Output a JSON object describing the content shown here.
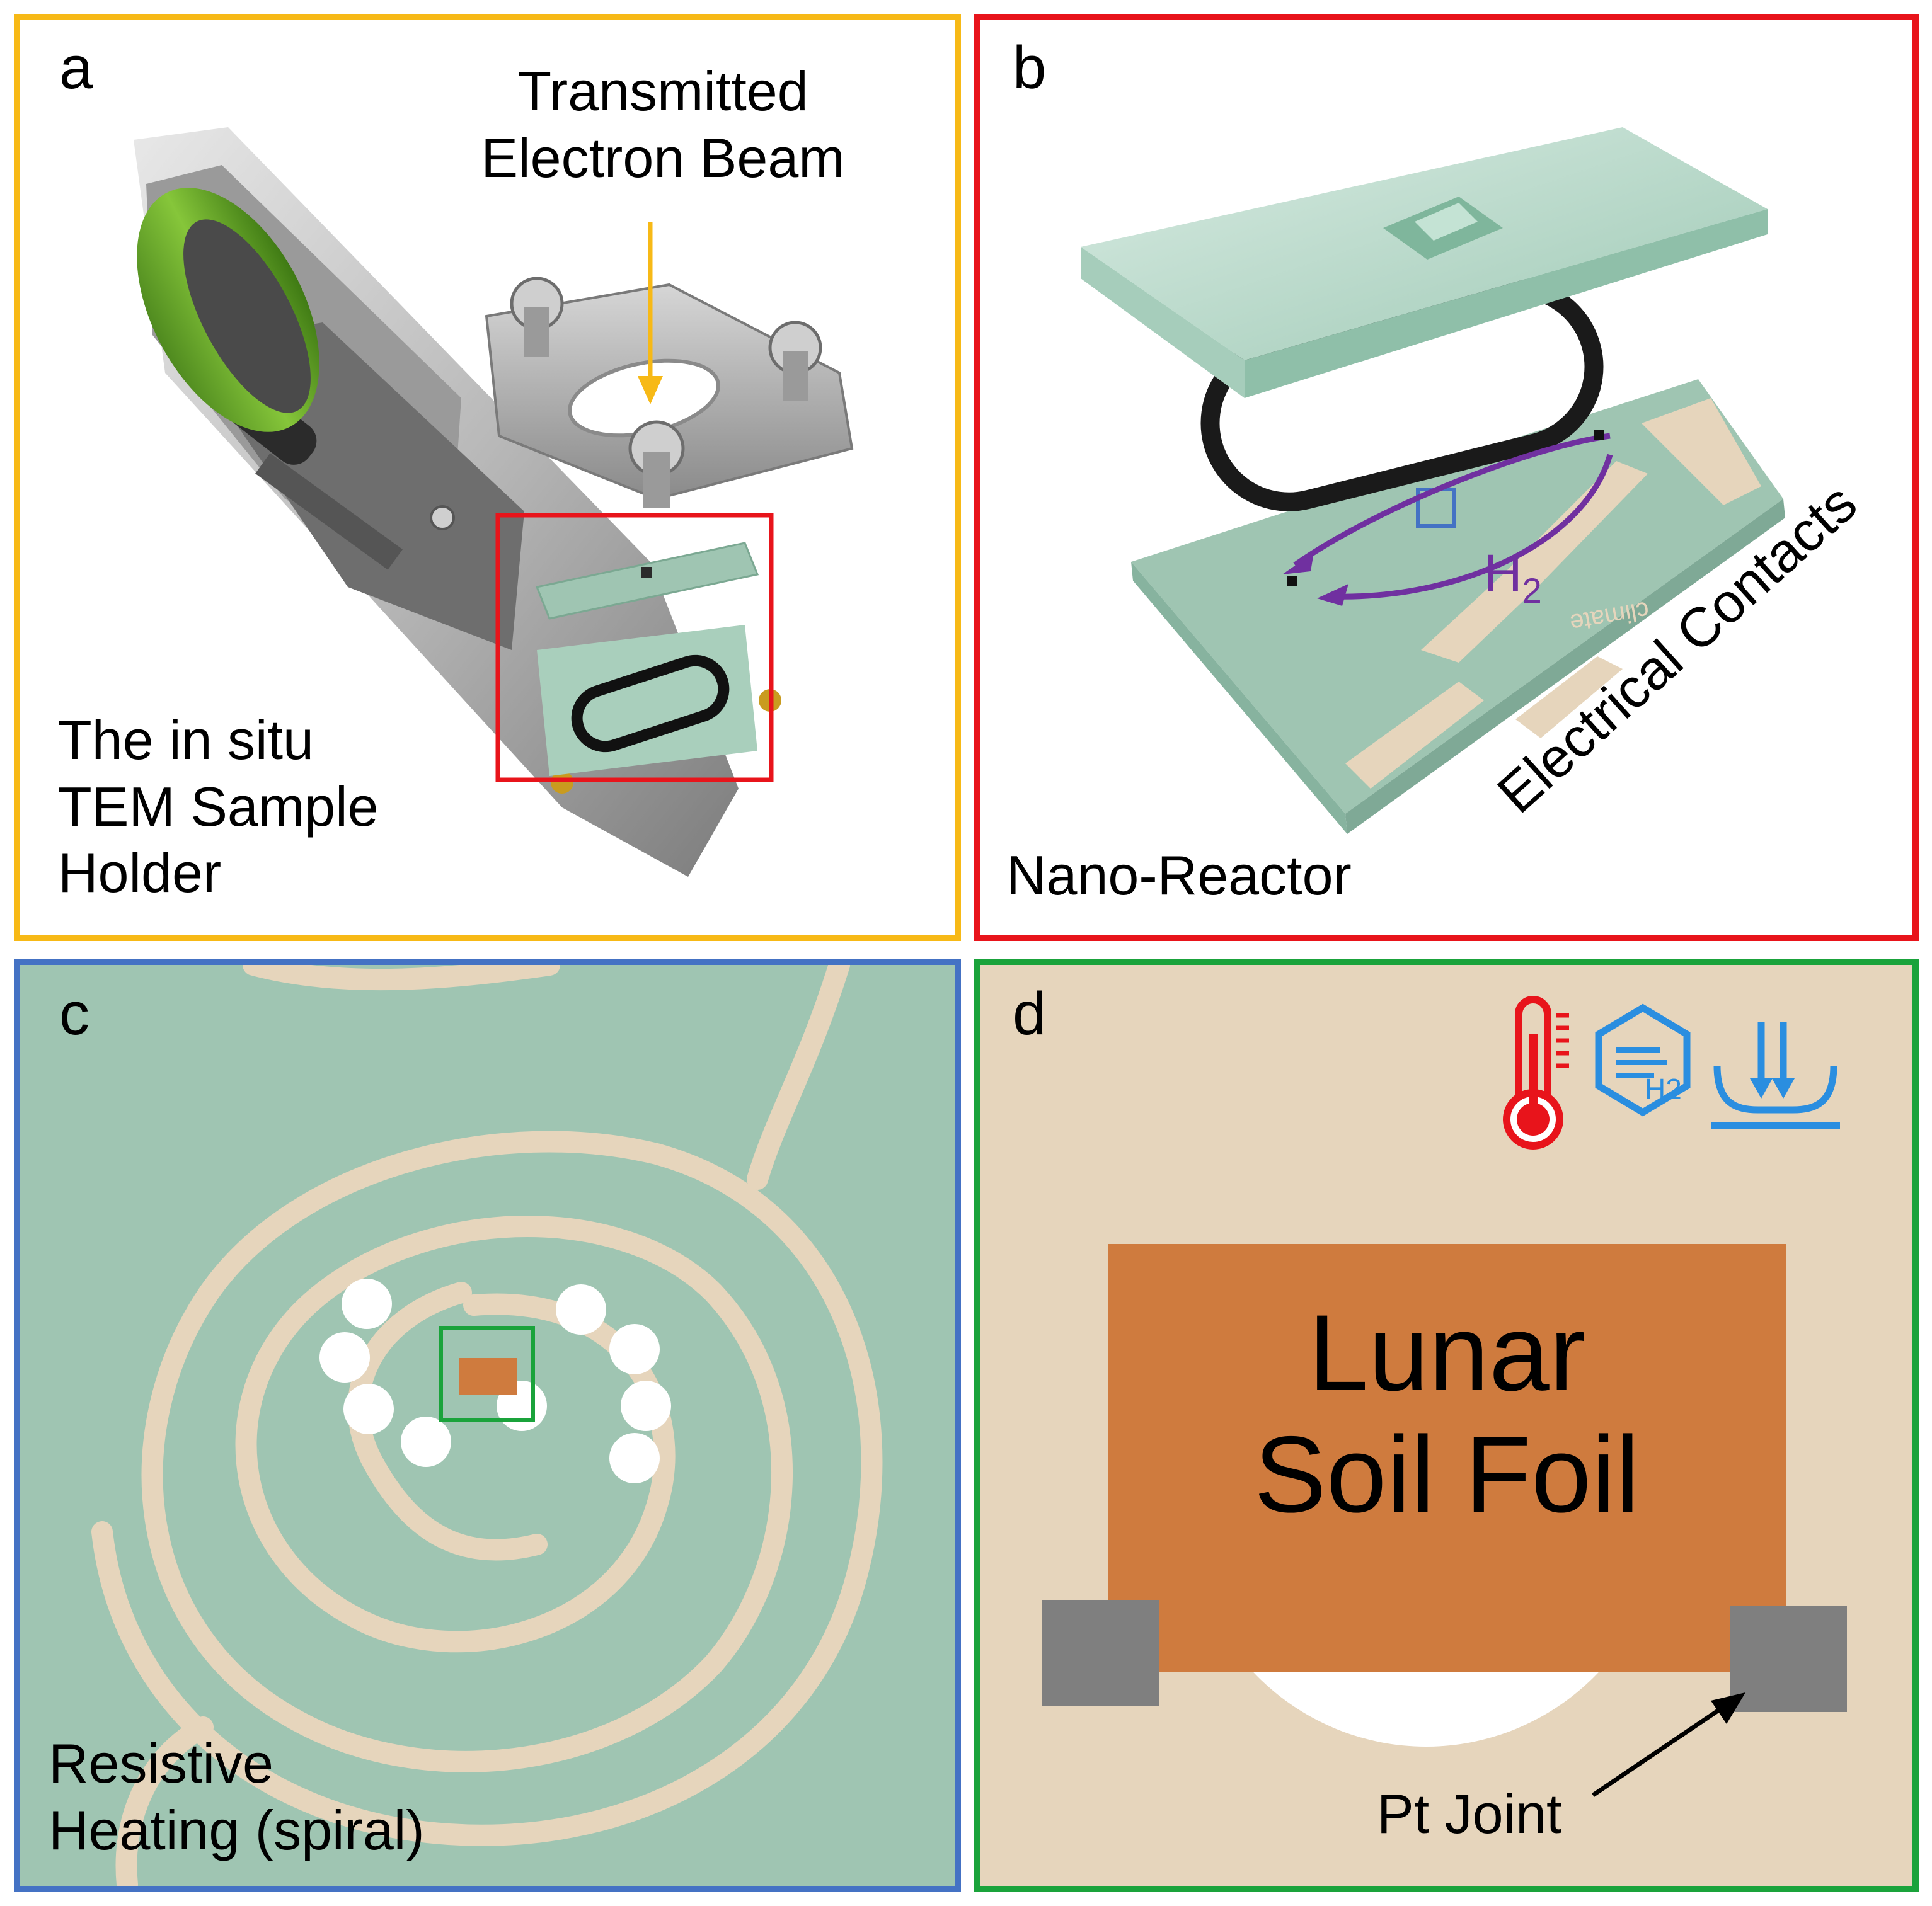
{
  "panel_a": {
    "letter": "a",
    "beam_label": [
      "Transmitted",
      "Electron Beam"
    ],
    "caption": [
      "The in situ",
      "TEM Sample",
      "Holder"
    ]
  },
  "panel_b": {
    "letter": "b",
    "gas_label": "H",
    "gas_subscript": "2",
    "contacts_label": "Electrical Contacts",
    "chip_logo": "climate",
    "caption": "Nano-Reactor"
  },
  "panel_c": {
    "letter": "c",
    "caption": [
      "Resistive",
      "Heating (spiral)"
    ]
  },
  "panel_d": {
    "letter": "d",
    "foil_label": [
      "Lunar",
      "Soil Foil"
    ],
    "joint_label": "Pt Joint",
    "icons": [
      "thermometer-icon",
      "hydrogen-flow-icon",
      "pressure-icon"
    ],
    "icon_text": "H2"
  },
  "colors": {
    "panel_a_border": "#f7b916",
    "panel_b_border": "#e8141b",
    "panel_c_border": "#4472c4",
    "panel_d_border": "#1aa33b",
    "chip_green": "#9fc5b2",
    "electrode_beige": "#e6d5bc",
    "foil_orange": "#cf7b3e",
    "joint_gray": "#7f7f7f",
    "arrow_purple": "#7030a0",
    "icon_red": "#e8141b",
    "icon_blue": "#2a8ee0"
  }
}
